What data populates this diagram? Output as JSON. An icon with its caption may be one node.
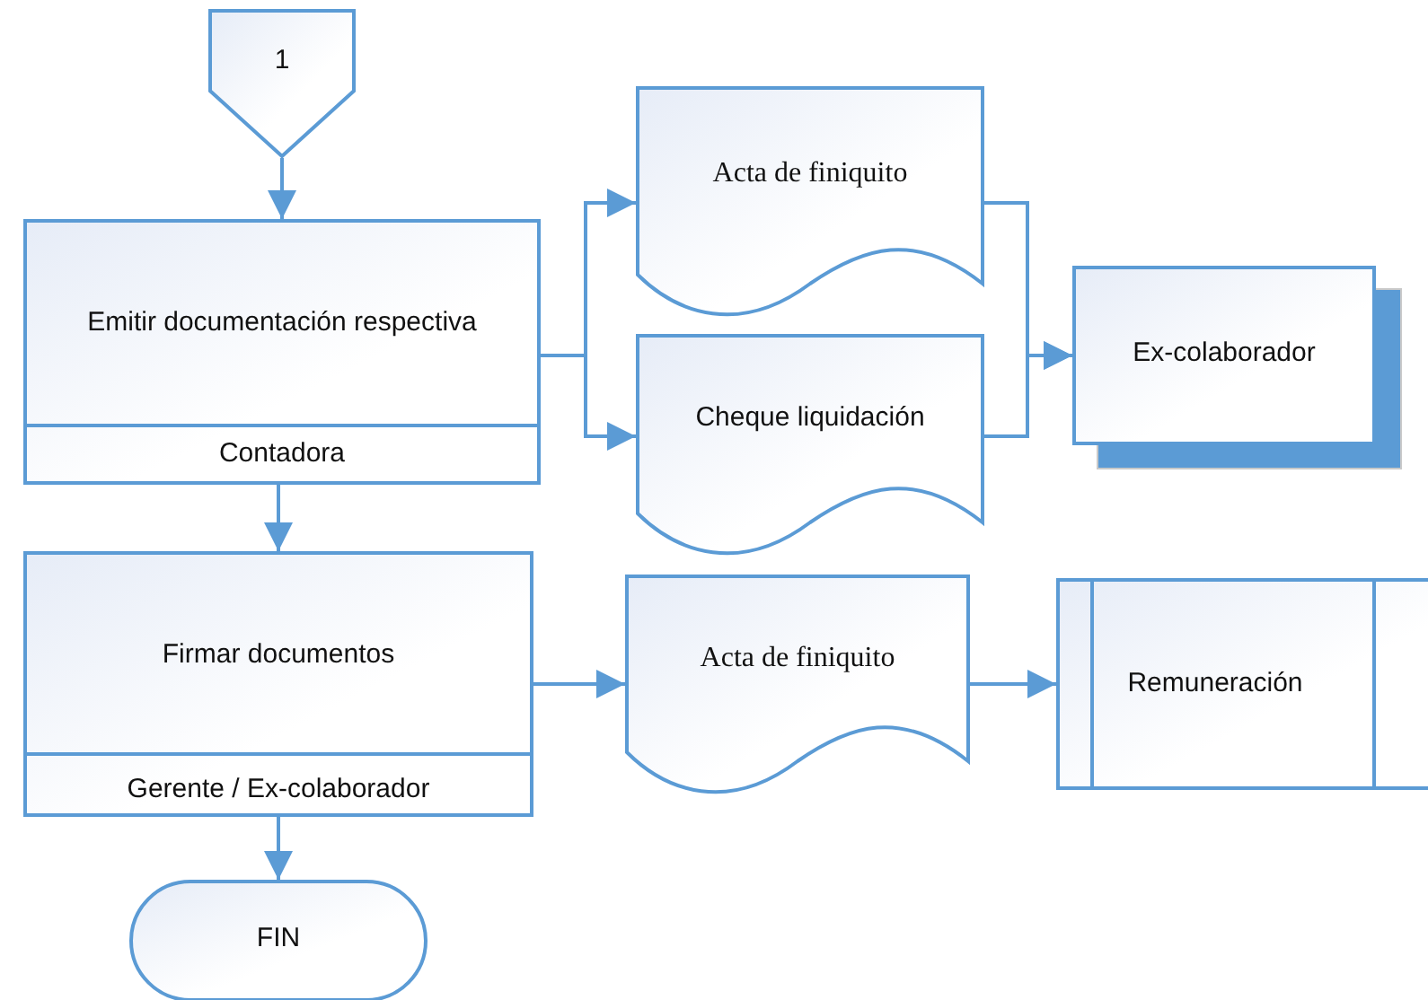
{
  "diagram": {
    "nodes": [
      {
        "text": [
          "1"
        ]
      },
      {
        "text": [
          "Emitir documentación respectiva",
          "Contadora"
        ]
      },
      {
        "text": [
          "Acta de finiquito"
        ]
      },
      {
        "text": [
          "Cheque liquidación"
        ]
      },
      {
        "text": [
          "Ex-colaborador"
        ]
      },
      {
        "text": [
          "Firmar documentos",
          "Gerente / Ex-colaborador"
        ]
      },
      {
        "text": [
          "Acta de finiquito"
        ]
      },
      {
        "text": [
          "Remuneración"
        ]
      },
      {
        "text": [
          "FIN"
        ]
      }
    ],
    "edges": [
      {
        "from": 0,
        "to": 1,
        "arrow": "to"
      },
      {
        "from": 1,
        "to": 2,
        "arrow": "to"
      },
      {
        "from": 1,
        "to": 3,
        "arrow": "to"
      },
      {
        "from": 2,
        "to": 4,
        "arrow": "to"
      },
      {
        "from": 3,
        "to": 4,
        "arrow": "to"
      },
      {
        "from": 1,
        "to": 5,
        "arrow": "to"
      },
      {
        "from": 5,
        "to": 6,
        "arrow": "to"
      },
      {
        "from": 6,
        "to": 7,
        "arrow": "to"
      },
      {
        "from": 5,
        "to": 8,
        "arrow": "to"
      }
    ]
  }
}
